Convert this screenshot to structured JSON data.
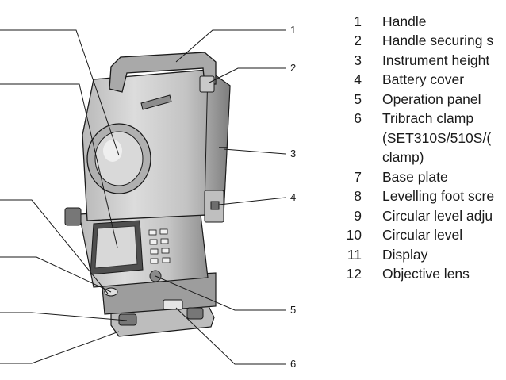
{
  "callouts": [
    "1",
    "2",
    "3",
    "4",
    "5",
    "6"
  ],
  "legend": [
    {
      "num": "1",
      "text": "Handle"
    },
    {
      "num": "2",
      "text": "Handle securing s"
    },
    {
      "num": "3",
      "text": "Instrument height"
    },
    {
      "num": "4",
      "text": "Battery cover"
    },
    {
      "num": "5",
      "text": "Operation panel"
    },
    {
      "num": "6",
      "text": "Tribrach clamp"
    },
    {
      "num": "",
      "text": "(SET310S/510S/("
    },
    {
      "num": "",
      "text": "clamp)"
    },
    {
      "num": "7",
      "text": "Base plate"
    },
    {
      "num": "8",
      "text": "Levelling foot scre"
    },
    {
      "num": "9",
      "text": "Circular level adju"
    },
    {
      "num": "10",
      "text": "Circular level"
    },
    {
      "num": "11",
      "text": "Display"
    },
    {
      "num": "12",
      "text": "Objective lens"
    }
  ],
  "colors": {
    "line": "#1a1a1a",
    "body_shade": "#cfcfcf",
    "body_dark": "#9a9a9a",
    "background": "#ffffff"
  }
}
